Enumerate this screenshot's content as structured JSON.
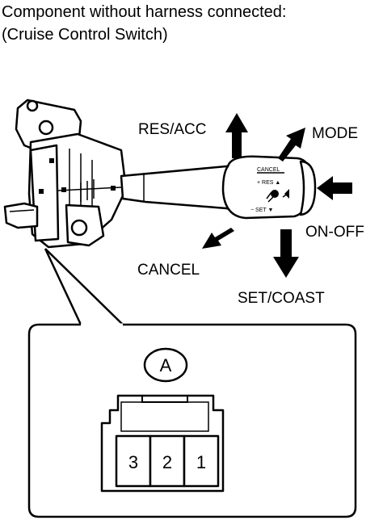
{
  "title": {
    "line1": "Component without harness connected:",
    "line2": "(Cruise Control Switch)"
  },
  "labels": {
    "res_acc": "RES/ACC",
    "mode": "MODE",
    "on_off": "ON-OFF",
    "cancel": "CANCEL",
    "set_coast": "SET/COAST"
  },
  "switch_markings": {
    "cancel": "CANCEL",
    "res": "+ RES ▲",
    "set": "− SET ▼"
  },
  "connector": {
    "id": "A",
    "pins": [
      "3",
      "2",
      "1"
    ]
  }
}
